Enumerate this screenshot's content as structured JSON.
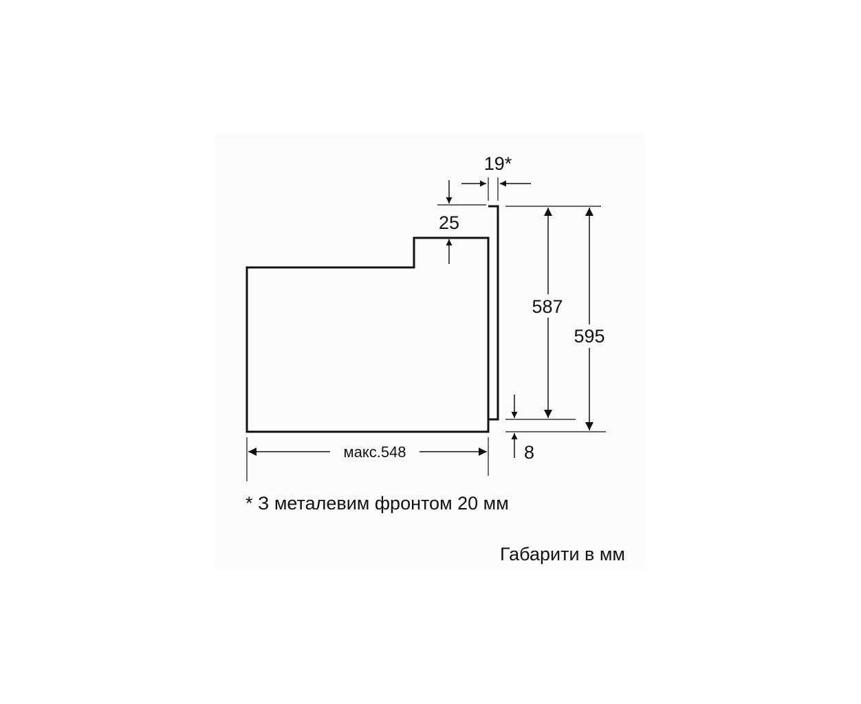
{
  "dimensions": {
    "front_thickness": "19*",
    "top_step": "25",
    "front_height": "587",
    "total_height": "595",
    "bottom_offset": "8",
    "max_depth": "макс.548"
  },
  "footnote": "* З металевим фронтом 20 мм",
  "units_note": "Габарити в мм"
}
